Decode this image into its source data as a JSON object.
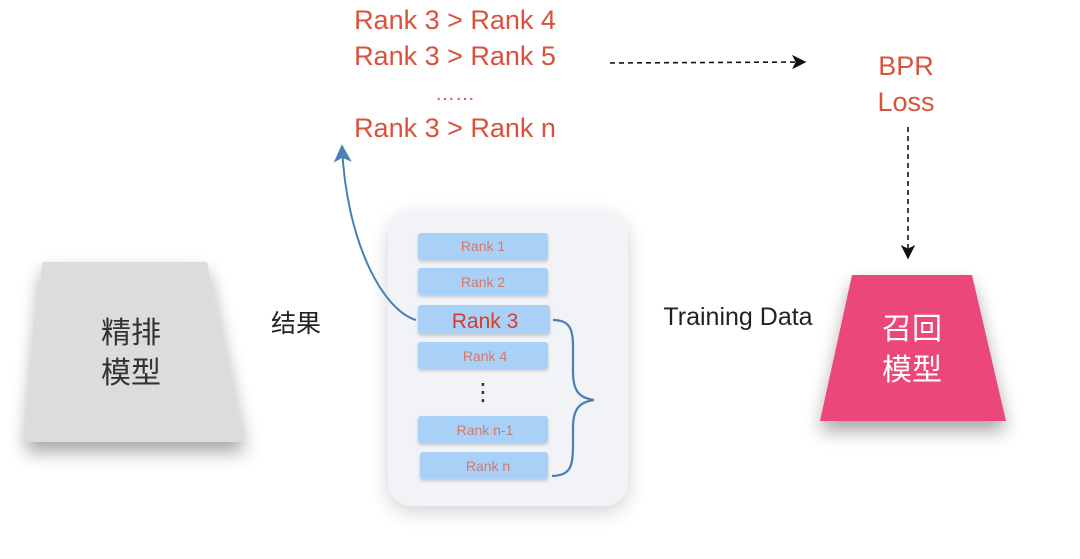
{
  "pairs": {
    "line1": "Rank 3 > Rank 4",
    "line2": "Rank 3 > Rank 5",
    "ellipsis": "……",
    "line3": "Rank 3 > Rank n"
  },
  "loss": {
    "line1": "BPR",
    "line2": "Loss"
  },
  "ranking_model": {
    "line1": "精排",
    "line2": "模型"
  },
  "result_label": "结果",
  "rank_list": {
    "items": [
      "Rank 1",
      "Rank 2",
      "Rank 3",
      "Rank 4",
      "Rank n-1",
      "Rank n"
    ],
    "vertical_dots": "⋮"
  },
  "training_data_label": "Training Data",
  "recall_model": {
    "line1": "召回",
    "line2": "模型"
  },
  "colors": {
    "pair_text": "#d9523b",
    "rank_box": "#a9d1f7",
    "recall_model": "#eb4779",
    "ranking_model": "#dcdcdc",
    "blue_arrow": "#4a7fb5"
  }
}
